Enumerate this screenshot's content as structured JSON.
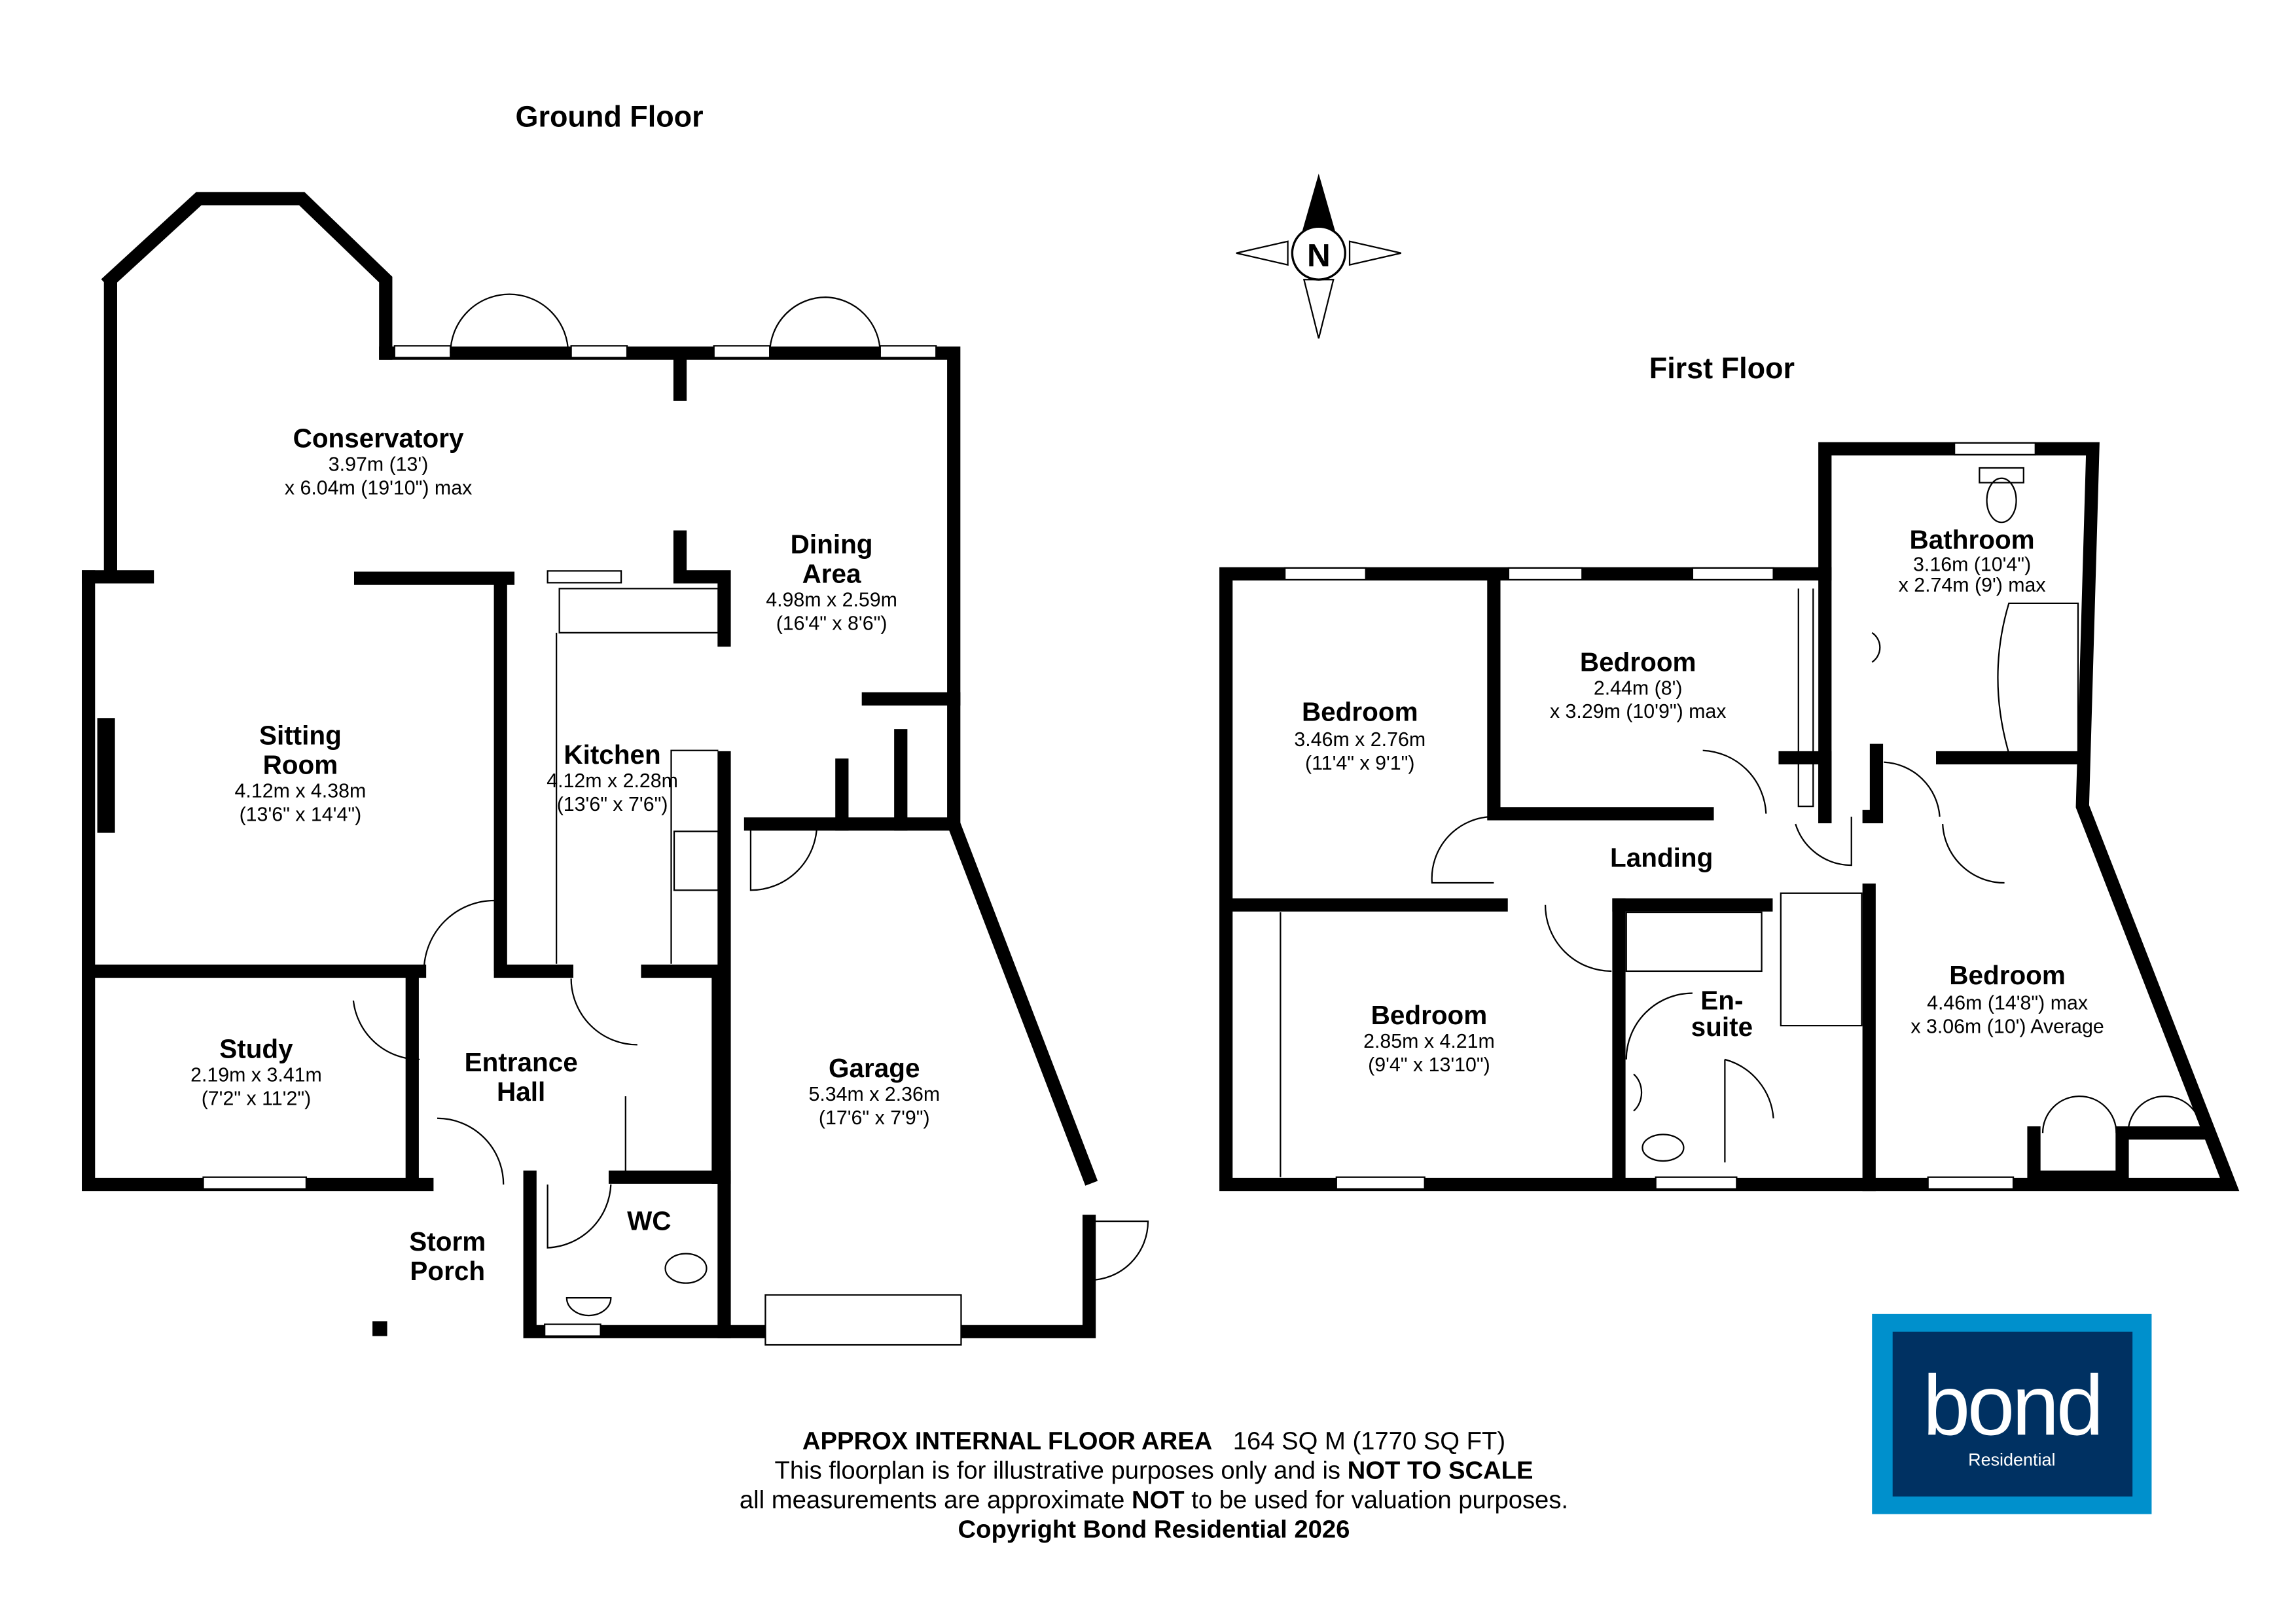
{
  "ground_floor": {
    "title": "Ground Floor",
    "rooms": [
      {
        "name": "Conservatory",
        "dims": [
          "3.97m (13')",
          "x 6.04m (19'10\") max"
        ]
      },
      {
        "name": "Dining",
        "name2": "Area",
        "dims": [
          "4.98m x 2.59m",
          "(16'4\" x 8'6\")"
        ]
      },
      {
        "name": "Sitting",
        "name2": "Room",
        "dims": [
          "4.12m x 4.38m",
          "(13'6\" x 14'4\")"
        ]
      },
      {
        "name": "Kitchen",
        "dims": [
          "4.12m x 2.28m",
          "(13'6\" x 7'6\")"
        ]
      },
      {
        "name": "Study",
        "dims": [
          "2.19m x 3.41m",
          "(7'2\" x 11'2\")"
        ]
      },
      {
        "name": "Entrance",
        "name2": "Hall",
        "dims": []
      },
      {
        "name": "Garage",
        "dims": [
          "5.34m x 2.36m",
          "(17'6\" x 7'9\")"
        ]
      },
      {
        "name": "WC",
        "dims": []
      },
      {
        "name": "Storm",
        "name2": "Porch",
        "dims": []
      }
    ]
  },
  "first_floor": {
    "title": "First Floor",
    "rooms": [
      {
        "name": "Bathroom",
        "dims": [
          "3.16m (10'4\")",
          "x 2.74m (9') max"
        ]
      },
      {
        "name": "Bedroom",
        "dims": [
          "2.44m (8')",
          "x 3.29m (10'9\") max"
        ]
      },
      {
        "name": "Bedroom",
        "dims": [
          "3.46m x 2.76m",
          "(11'4\" x 9'1\")"
        ]
      },
      {
        "name": "Landing",
        "dims": []
      },
      {
        "name": "Bedroom",
        "dims": [
          "2.85m x 4.21m",
          "(9'4\" x 13'10\")"
        ]
      },
      {
        "name": "En-",
        "name2": "suite",
        "dims": []
      },
      {
        "name": "Bedroom",
        "dims": [
          "4.46m (14'8\") max",
          "x 3.06m (10') Average"
        ]
      }
    ]
  },
  "compass": {
    "label": "N",
    "icon": "compass-rose-icon"
  },
  "footer": {
    "area_label": "APPROX INTERNAL FLOOR AREA",
    "area_value": "164 SQ M (1770 SQ FT)",
    "line2_a": "This floorplan is for illustrative  purposes only and is ",
    "line2_b": "NOT TO SCALE",
    "line3_a": "all measurements are approximate ",
    "line3_b": "NOT",
    "line3_c": " to be used for valuation purposes.",
    "copyright": "Copyright Bond Residential 2026"
  },
  "logo": {
    "word": "bond",
    "sub": "Residential",
    "outer_color": "#0090CC",
    "inner_color": "#003162"
  }
}
